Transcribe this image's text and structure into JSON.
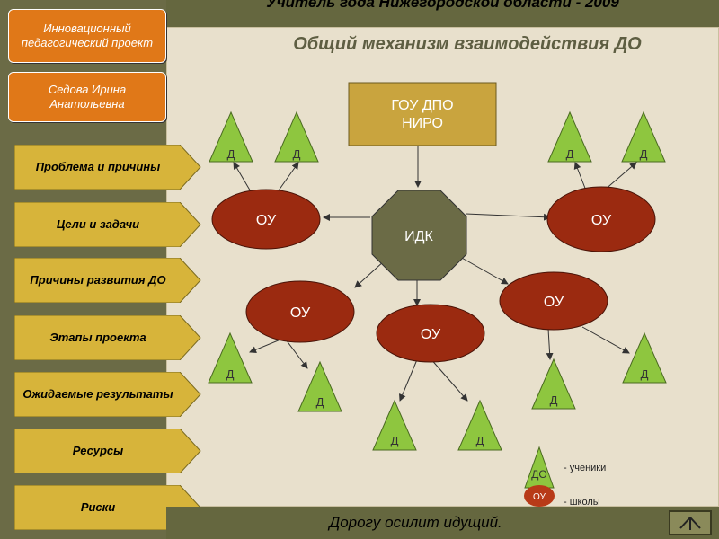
{
  "header": {
    "title": "Учитель года Нижегородской области - 2009"
  },
  "slide": {
    "title": "Общий механизм взаимодействия ДО"
  },
  "sidebar": {
    "project": "Инновационный педагогический проект",
    "author": "Седова Ирина Анатольевна",
    "items": [
      {
        "label": "Проблема и причины"
      },
      {
        "label": "Цели и задачи"
      },
      {
        "label": "Причины развития ДО"
      },
      {
        "label": "Этапы проекта"
      },
      {
        "label": "Ожидаемые результаты"
      },
      {
        "label": "Ресурсы"
      },
      {
        "label": "Риски"
      }
    ]
  },
  "diagram": {
    "root": "ГОУ ДПО НИРО",
    "hub": "ИДК",
    "school_label": "ОУ",
    "do_label": "Д",
    "legend": {
      "triangle_text": "ДО",
      "circle_text": "ОУ",
      "students": "- ученики",
      "schools": "- школы"
    }
  },
  "footer": {
    "motto": "Дорогу осилит идущий."
  },
  "colors": {
    "orange": "#e07818",
    "ou_fill": "#9b2a10",
    "triangle_fill": "#8ec63f",
    "root_fill": "#c9a43e",
    "hub_fill": "#6b6b46"
  },
  "icons": {
    "nav": "return-icon"
  }
}
